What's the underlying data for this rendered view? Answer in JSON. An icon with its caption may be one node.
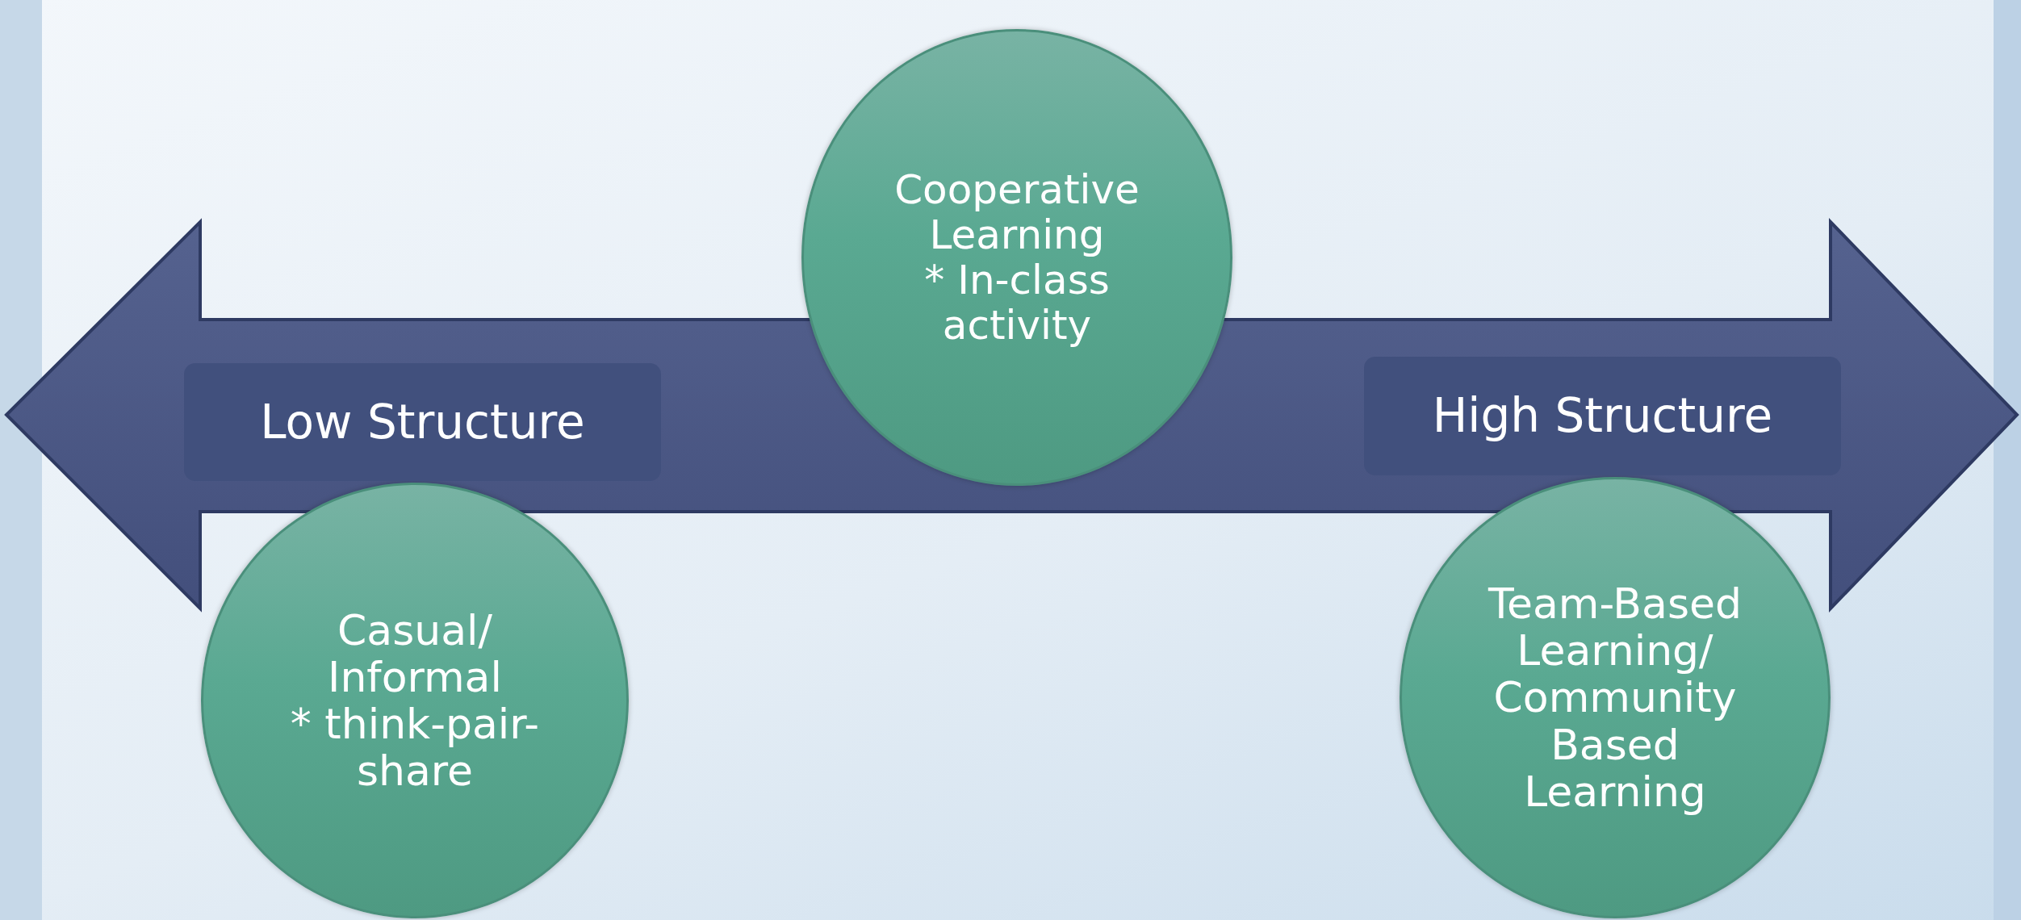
{
  "diagram": {
    "nodes": [
      {
        "text": [
          "Low Structure"
        ]
      },
      {
        "text": [
          "Cooperative Learning",
          "* In-class activity"
        ]
      },
      {
        "text": [
          "High Structure"
        ]
      },
      {
        "text": [
          "Casual/ Informal",
          "* think-pair-share"
        ]
      },
      {
        "text": [
          "Team-Based Learning/ Community Based Learning"
        ]
      }
    ]
  }
}
